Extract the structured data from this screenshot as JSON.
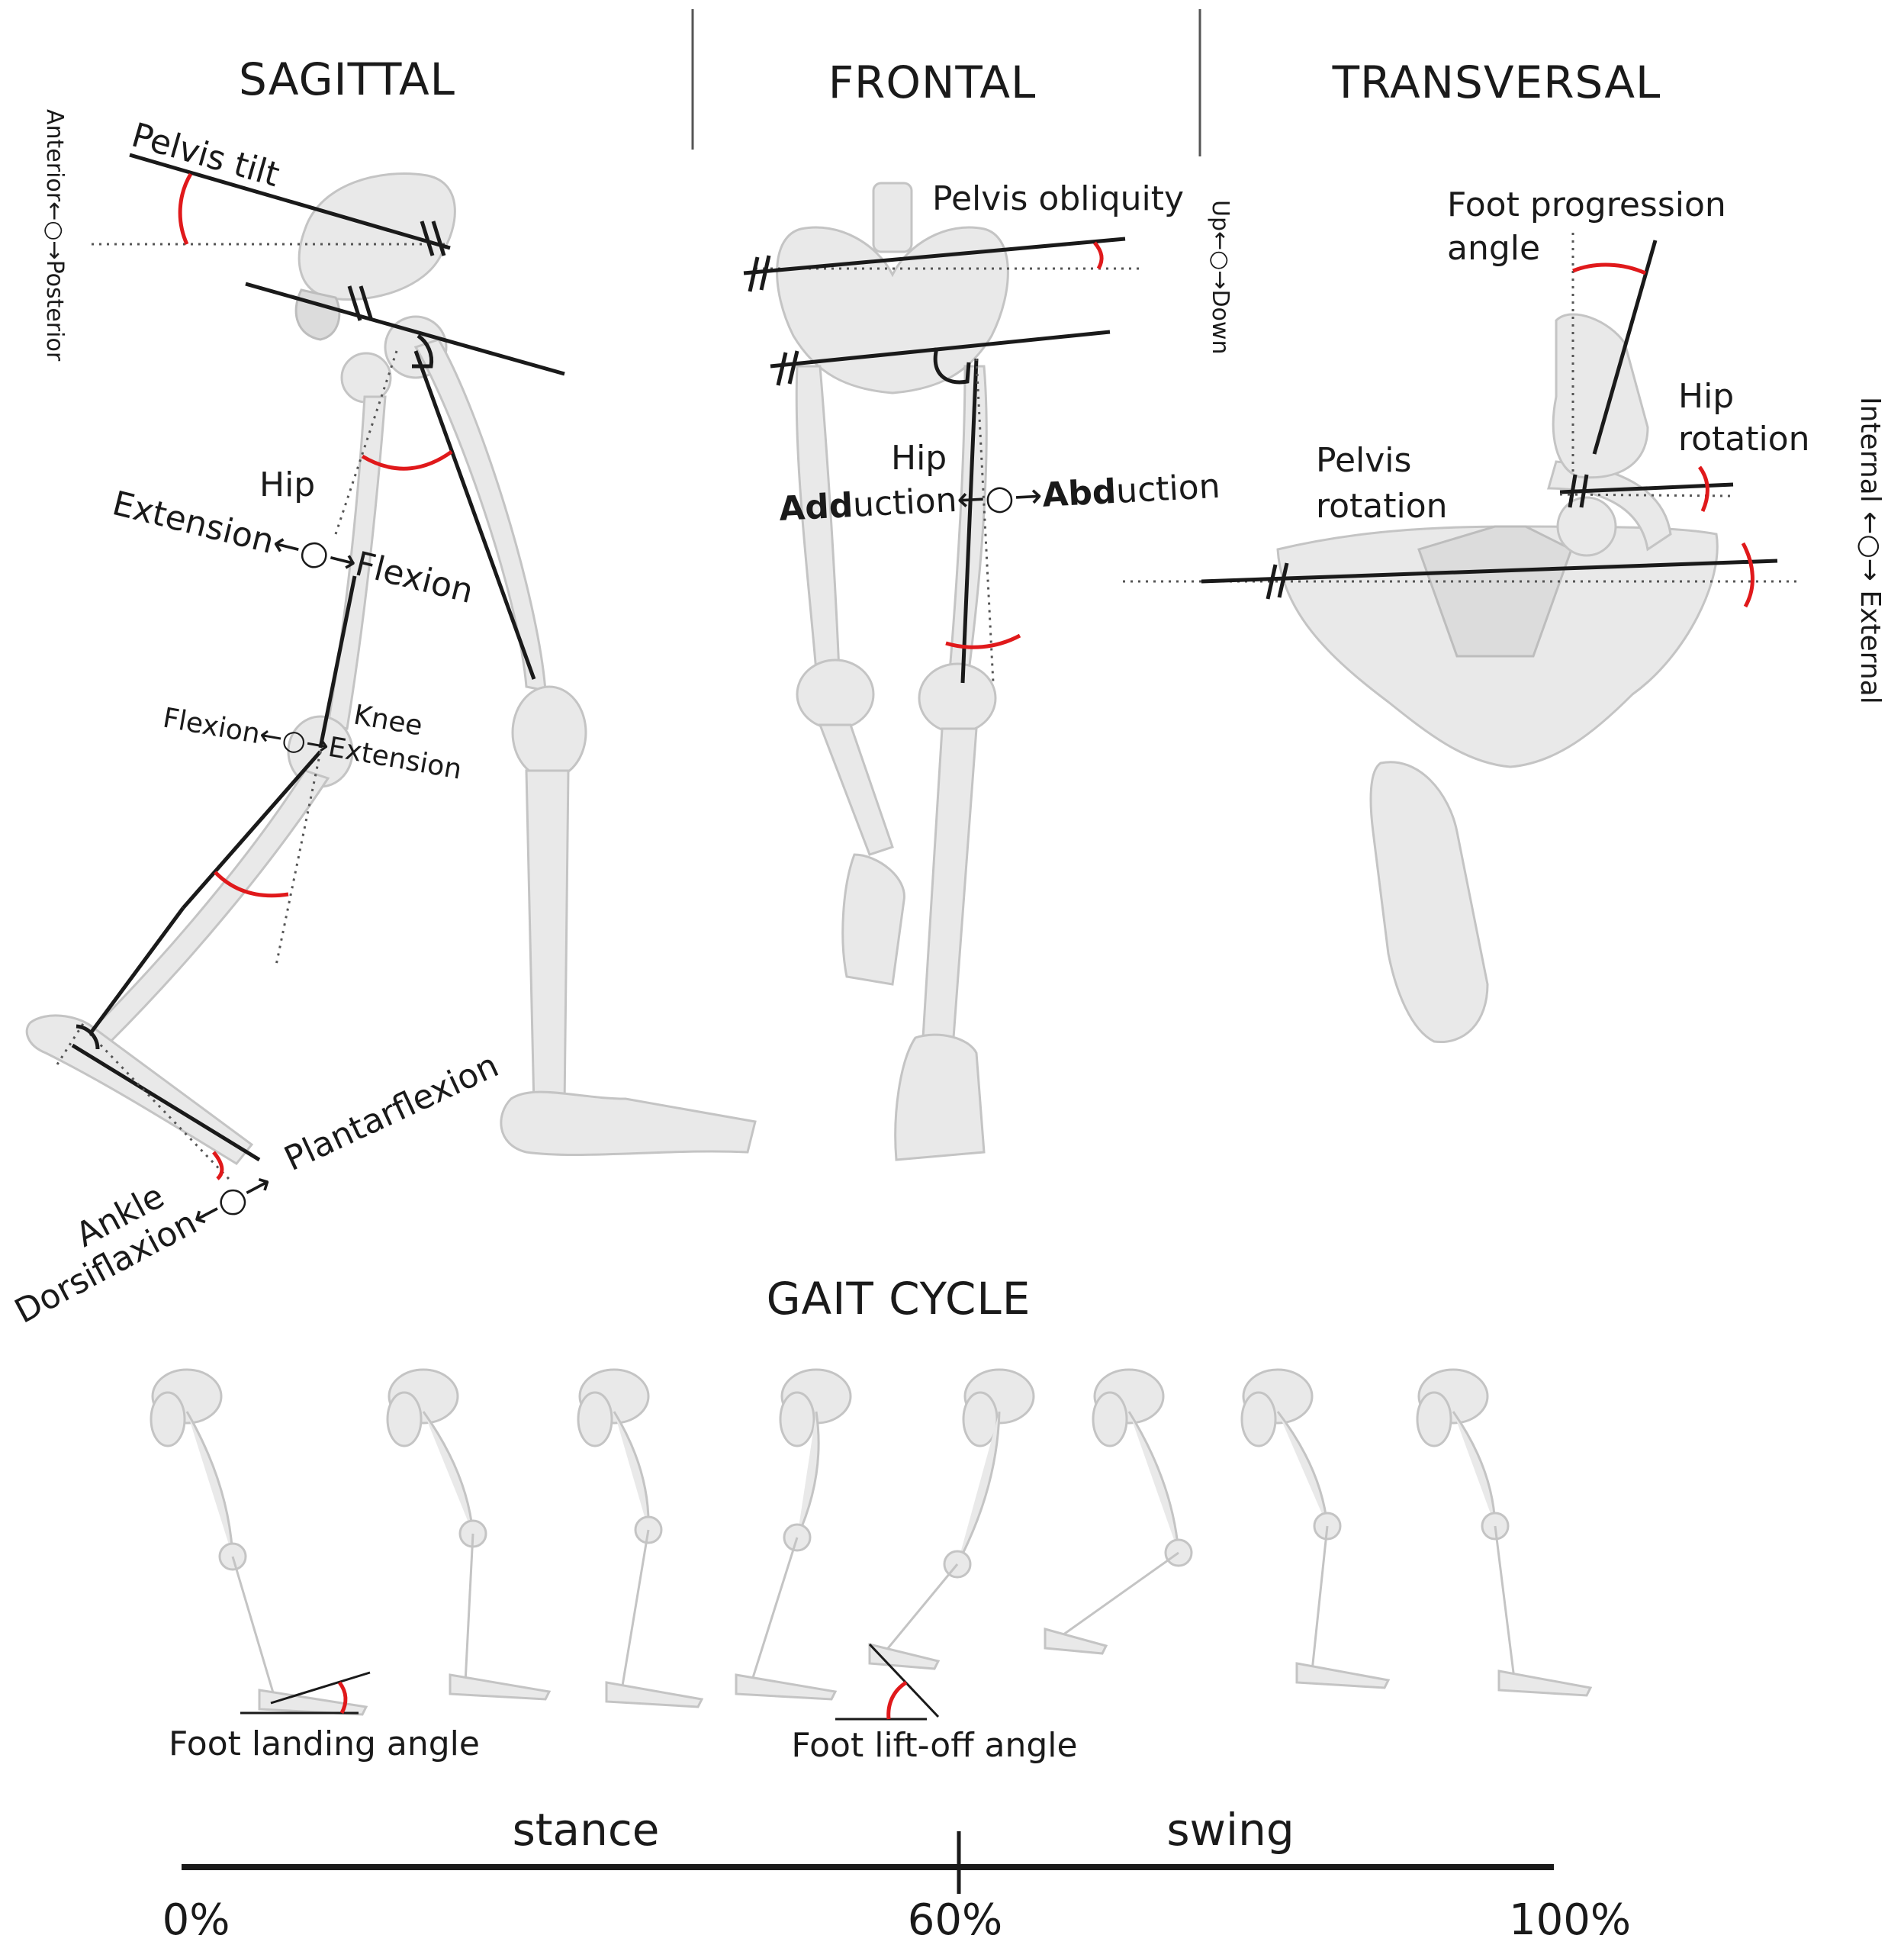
{
  "headers": {
    "sagittal": "SAGITTAL",
    "frontal": "FRONTAL",
    "transversal": "TRANSVERSAL",
    "gait_cycle": "GAIT CYCLE"
  },
  "sagittal": {
    "side_axis": "Anterior←○→Posterior",
    "pelvis_tilt": "Pelvis tilt",
    "hip": "Hip",
    "hip_axis": "Extension←○→Flexion",
    "knee": "Knee",
    "knee_axis": "Flexion←○→Extension",
    "ankle": "Ankle",
    "ankle_left": "Dorsiflaxion←○→",
    "ankle_right": "Plantarflexion"
  },
  "frontal": {
    "pelvis_obliquity": "Pelvis obliquity",
    "side_axis": "Up←○→Down",
    "hip": "Hip",
    "add_bold": "Add",
    "add_rest": "uction←○→",
    "abd_bold": "Abd",
    "abd_rest": "uction"
  },
  "transversal": {
    "foot_progression_1": "Foot progression",
    "foot_progression_2": "angle",
    "hip_rotation_1": "Hip",
    "hip_rotation_2": "rotation",
    "pelvis_rotation_1": "Pelvis",
    "pelvis_rotation_2": "rotation",
    "side_axis": "Internal ←○→ External"
  },
  "gait": {
    "foot_landing": "Foot landing angle",
    "foot_liftoff": "Foot lift-off angle",
    "stance": "stance",
    "swing": "swing",
    "tick_0": "0%",
    "tick_60": "60%",
    "tick_100": "100%"
  },
  "colors": {
    "angle_arc": "#e0191b",
    "axis_line": "#1a1a1a",
    "bone": "#e9e9e9"
  }
}
